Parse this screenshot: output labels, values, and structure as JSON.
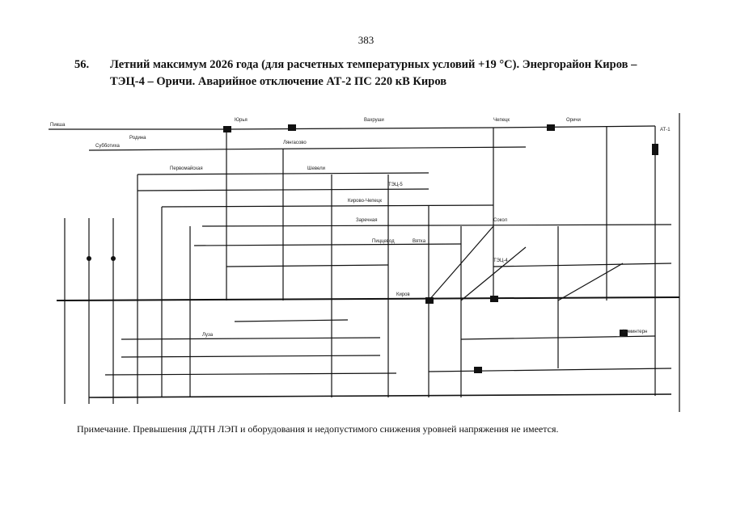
{
  "page": {
    "number": "383"
  },
  "heading": {
    "num": "56.",
    "line1": "Летний максимум 2026 года (для расчетных температурных условий +19 °С). Энергорайон Киров –",
    "line2": "ТЭЦ-4 – Оричи. Аварийное отключение АТ-2 ПС 220 кВ Киров"
  },
  "diagram": {
    "node_labels": [
      "Пикша",
      "Субботиха",
      "Юрья",
      "Лянгасово",
      "Первомайская",
      "Вахруши",
      "Шевели",
      "Чепецк",
      "Оричи",
      "Сокол",
      "Киров",
      "Луза",
      "Кирово-Чепецк",
      "Вятка",
      "ТЭЦ-5",
      "ТЭЦ-4",
      "Заречная",
      "Коминтерн",
      "Родина",
      "АТ-1",
      "Пиццевод"
    ]
  },
  "note": "Примечание. Превышения ДДТН ЛЭП и оборудования и недопустимого снижения уровней напряжения не имеется."
}
